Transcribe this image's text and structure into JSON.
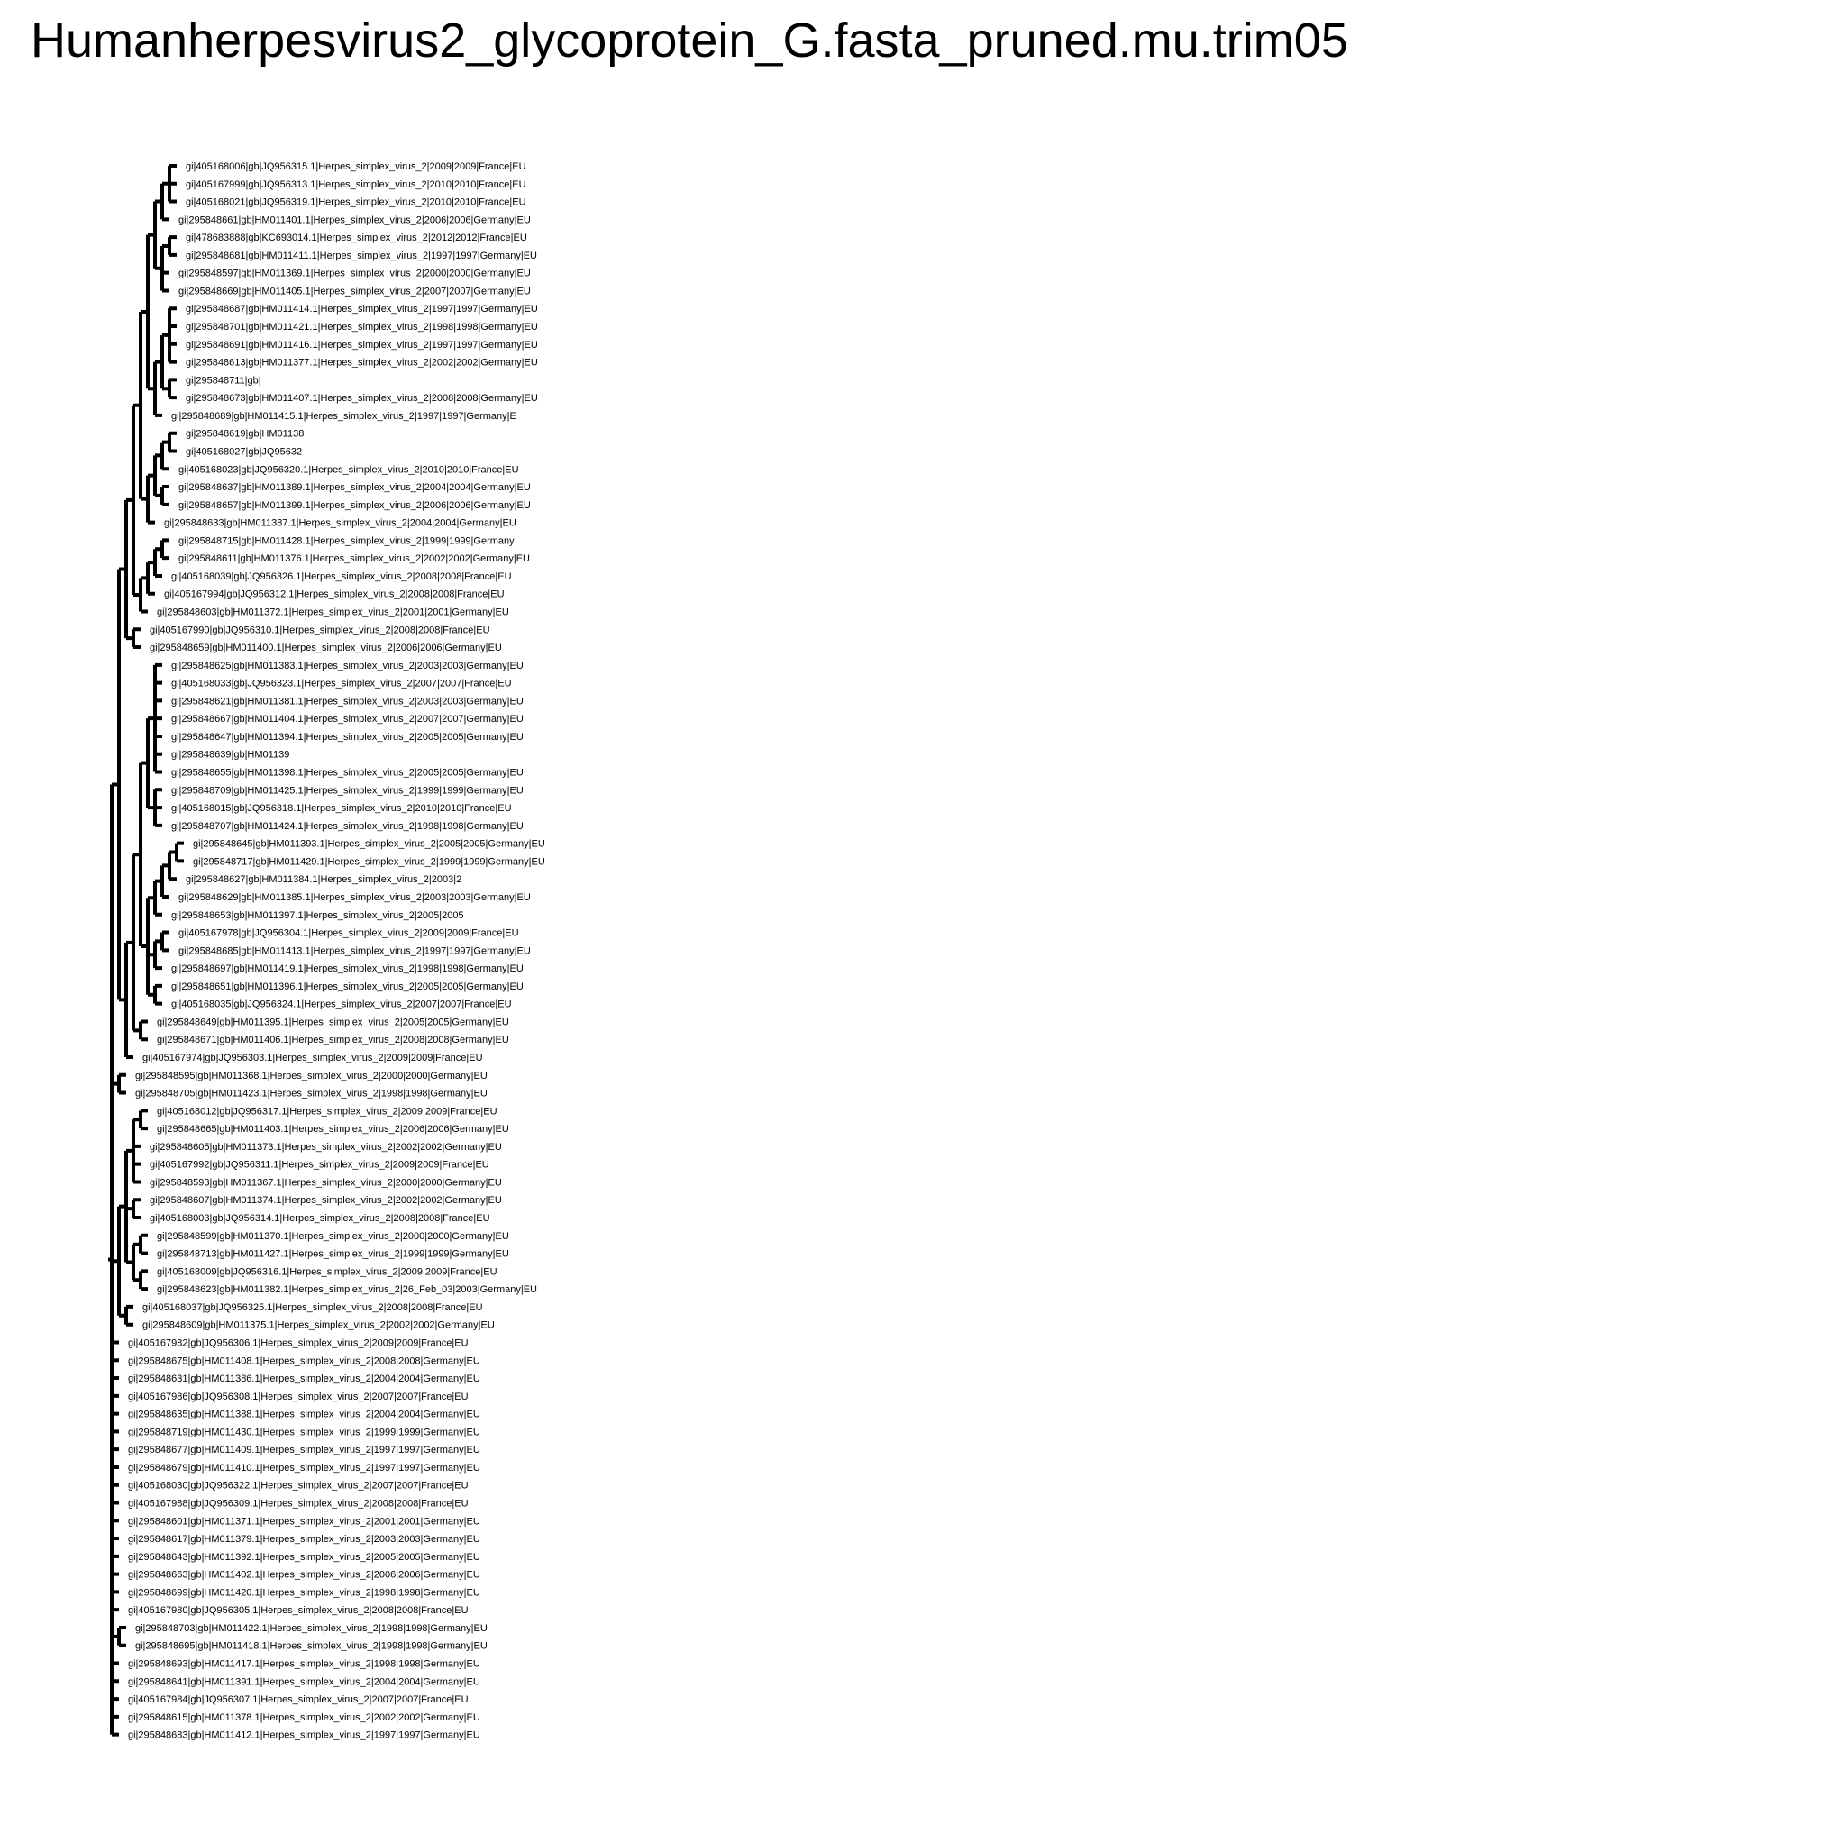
{
  "title": "Humanherpesvirus2_glycoprotein_G.fasta_pruned.mu.trim05",
  "tree": {
    "c": [
      {
        "c": [
          {
            "c": [
              {
                "c": [
                  {
                    "c": [
                      {
                        "c": [
                          {
                            "c": [
                              {
                                "c": [
                                  {
                                    "c": [
                                      {
                                        "n": "gi|405168006|gb|JQ956315.1|Herpes_simplex_virus_2|2009|2009|France|EU"
                                      },
                                      {
                                        "n": "gi|405167999|gb|JQ956313.1|Herpes_simplex_virus_2|2010|2010|France|EU"
                                      },
                                      {
                                        "n": "gi|405168021|gb|JQ956319.1|Herpes_simplex_virus_2|2010|2010|France|EU"
                                      }
                                    ]
                                  },
                                  {
                                    "n": "gi|295848661|gb|HM011401.1|Herpes_simplex_virus_2|2006|2006|Germany|EU"
                                  }
                                ]
                              },
                              {
                                "c": [
                                  {
                                    "c": [
                                      {
                                        "n": "gi|478683888|gb|KC693014.1|Herpes_simplex_virus_2|2012|2012|France|EU"
                                      },
                                      {
                                        "n": "gi|295848681|gb|HM011411.1|Herpes_simplex_virus_2|1997|1997|Germany|EU"
                                      }
                                    ]
                                  },
                                  {
                                    "n": "gi|295848597|gb|HM011369.1|Herpes_simplex_virus_2|2000|2000|Germany|EU"
                                  },
                                  {
                                    "n": "gi|295848669|gb|HM011405.1|Herpes_simplex_virus_2|2007|2007|Germany|EU"
                                  }
                                ]
                              }
                            ]
                          },
                          {
                            "c": [
                              {
                                "c": [
                                  {
                                    "c": [
                                      {
                                        "n": "gi|295848687|gb|HM011414.1|Herpes_simplex_virus_2|1997|1997|Germany|EU"
                                      },
                                      {
                                        "n": "gi|295848701|gb|HM011421.1|Herpes_simplex_virus_2|1998|1998|Germany|EU"
                                      },
                                      {
                                        "n": "gi|295848691|gb|HM011416.1|Herpes_simplex_virus_2|1997|1997|Germany|EU"
                                      },
                                      {
                                        "n": "gi|295848613|gb|HM011377.1|Herpes_simplex_virus_2|2002|2002|Germany|EU"
                                      }
                                    ]
                                  },
                                  {
                                    "c": [
                                      {
                                        "n": "gi|295848711|gb|"
                                      },
                                      {
                                        "n": "gi|295848673|gb|HM011407.1|Herpes_simplex_virus_2|2008|2008|Germany|EU"
                                      }
                                    ]
                                  }
                                ]
                              },
                              {
                                "n": "gi|295848689|gb|HM011415.1|Herpes_simplex_virus_2|1997|1997|Germany|E"
                              }
                            ]
                          }
                        ]
                      },
                      {
                        "c": [
                          {
                            "c": [
                              {
                                "c": [
                                  {
                                    "c": [
                                      {
                                        "n": "gi|295848619|gb|HM01138"
                                      },
                                      {
                                        "n": "gi|405168027|gb|JQ95632"
                                      }
                                    ]
                                  },
                                  {
                                    "n": "gi|405168023|gb|JQ956320.1|Herpes_simplex_virus_2|2010|2010|France|EU"
                                  }
                                ]
                              },
                              {
                                "c": [
                                  {
                                    "n": "gi|295848637|gb|HM011389.1|Herpes_simplex_virus_2|2004|2004|Germany|EU"
                                  },
                                  {
                                    "n": "gi|295848657|gb|HM011399.1|Herpes_simplex_virus_2|2006|2006|Germany|EU"
                                  }
                                ]
                              }
                            ]
                          },
                          {
                            "n": "gi|295848633|gb|HM011387.1|Herpes_simplex_virus_2|2004|2004|Germany|EU"
                          }
                        ]
                      }
                    ]
                  },
                  {
                    "c": [
                      {
                        "c": [
                          {
                            "c": [
                              {
                                "c": [
                                  {
                                    "n": "gi|295848715|gb|HM011428.1|Herpes_simplex_virus_2|1999|1999|Germany"
                                  },
                                  {
                                    "n": "gi|295848611|gb|HM011376.1|Herpes_simplex_virus_2|2002|2002|Germany|EU"
                                  }
                                ]
                              },
                              {
                                "n": "gi|405168039|gb|JQ956326.1|Herpes_simplex_virus_2|2008|2008|France|EU"
                              }
                            ]
                          },
                          {
                            "n": "gi|405167994|gb|JQ956312.1|Herpes_simplex_virus_2|2008|2008|France|EU"
                          }
                        ]
                      },
                      {
                        "n": "gi|295848603|gb|HM011372.1|Herpes_simplex_virus_2|2001|2001|Germany|EU"
                      }
                    ]
                  }
                ]
              },
              {
                "c": [
                  {
                    "n": "gi|405167990|gb|JQ956310.1|Herpes_simplex_virus_2|2008|2008|France|EU"
                  },
                  {
                    "n": "gi|295848659|gb|HM011400.1|Herpes_simplex_virus_2|2006|2006|Germany|EU"
                  }
                ]
              }
            ]
          },
          {
            "c": [
              {
                "c": [
                  {
                    "c": [
                      {
                        "c": [
                          {
                            "c": [
                              {
                                "n": "gi|295848625|gb|HM011383.1|Herpes_simplex_virus_2|2003|2003|Germany|EU"
                              },
                              {
                                "n": "gi|405168033|gb|JQ956323.1|Herpes_simplex_virus_2|2007|2007|France|EU"
                              },
                              {
                                "n": "gi|295848621|gb|HM011381.1|Herpes_simplex_virus_2|2003|2003|Germany|EU"
                              },
                              {
                                "n": "gi|295848667|gb|HM011404.1|Herpes_simplex_virus_2|2007|2007|Germany|EU"
                              },
                              {
                                "n": "gi|295848647|gb|HM011394.1|Herpes_simplex_virus_2|2005|2005|Germany|EU"
                              },
                              {
                                "n": "gi|295848639|gb|HM01139"
                              },
                              {
                                "n": "gi|295848655|gb|HM011398.1|Herpes_simplex_virus_2|2005|2005|Germany|EU"
                              }
                            ]
                          },
                          {
                            "c": [
                              {
                                "n": "gi|295848709|gb|HM011425.1|Herpes_simplex_virus_2|1999|1999|Germany|EU"
                              },
                              {
                                "n": "gi|405168015|gb|JQ956318.1|Herpes_simplex_virus_2|2010|2010|France|EU"
                              },
                              {
                                "n": "gi|295848707|gb|HM011424.1|Herpes_simplex_virus_2|1998|1998|Germany|EU"
                              }
                            ]
                          }
                        ]
                      },
                      {
                        "c": [
                          {
                            "c": [
                              {
                                "c": [
                                  {
                                    "c": [
                                      {
                                        "c": [
                                          {
                                            "n": "gi|295848645|gb|HM011393.1|Herpes_simplex_virus_2|2005|2005|Germany|EU"
                                          },
                                          {
                                            "n": "gi|295848717|gb|HM011429.1|Herpes_simplex_virus_2|1999|1999|Germany|EU"
                                          }
                                        ]
                                      },
                                      {
                                        "n": "gi|295848627|gb|HM011384.1|Herpes_simplex_virus_2|2003|2"
                                      }
                                    ]
                                  },
                                  {
                                    "n": "gi|295848629|gb|HM011385.1|Herpes_simplex_virus_2|2003|2003|Germany|EU"
                                  }
                                ]
                              },
                              {
                                "n": "gi|295848653|gb|HM011397.1|Herpes_simplex_virus_2|2005|2005"
                              }
                            ]
                          },
                          {
                            "c": [
                              {
                                "c": [
                                  {
                                    "n": "gi|405167978|gb|JQ956304.1|Herpes_simplex_virus_2|2009|2009|France|EU"
                                  },
                                  {
                                    "n": "gi|295848685|gb|HM011413.1|Herpes_simplex_virus_2|1997|1997|Germany|EU"
                                  }
                                ]
                              },
                              {
                                "n": "gi|295848697|gb|HM011419.1|Herpes_simplex_virus_2|1998|1998|Germany|EU"
                              }
                            ]
                          },
                          {
                            "c": [
                              {
                                "n": "gi|295848651|gb|HM011396.1|Herpes_simplex_virus_2|2005|2005|Germany|EU"
                              },
                              {
                                "n": "gi|405168035|gb|JQ956324.1|Herpes_simplex_virus_2|2007|2007|France|EU"
                              }
                            ]
                          }
                        ]
                      }
                    ]
                  },
                  {
                    "c": [
                      {
                        "n": "gi|295848649|gb|HM011395.1|Herpes_simplex_virus_2|2005|2005|Germany|EU"
                      },
                      {
                        "n": "gi|295848671|gb|HM011406.1|Herpes_simplex_virus_2|2008|2008|Germany|EU"
                      }
                    ]
                  }
                ]
              },
              {
                "n": "gi|405167974|gb|JQ956303.1|Herpes_simplex_virus_2|2009|2009|France|EU"
              }
            ]
          }
        ]
      },
      {
        "c": [
          {
            "n": "gi|295848595|gb|HM011368.1|Herpes_simplex_virus_2|2000|2000|Germany|EU"
          },
          {
            "n": "gi|295848705|gb|HM011423.1|Herpes_simplex_virus_2|1998|1998|Germany|EU"
          }
        ]
      },
      {
        "c": [
          {
            "c": [
              {
                "c": [
                  {
                    "c": [
                      {
                        "n": "gi|405168012|gb|JQ956317.1|Herpes_simplex_virus_2|2009|2009|France|EU"
                      },
                      {
                        "n": "gi|295848665|gb|HM011403.1|Herpes_simplex_virus_2|2006|2006|Germany|EU"
                      }
                    ]
                  },
                  {
                    "n": "gi|295848605|gb|HM011373.1|Herpes_simplex_virus_2|2002|2002|Germany|EU"
                  },
                  {
                    "n": "gi|405167992|gb|JQ956311.1|Herpes_simplex_virus_2|2009|2009|France|EU"
                  },
                  {
                    "n": "gi|295848593|gb|HM011367.1|Herpes_simplex_virus_2|2000|2000|Germany|EU"
                  }
                ]
              },
              {
                "c": [
                  {
                    "n": "gi|295848607|gb|HM011374.1|Herpes_simplex_virus_2|2002|2002|Germany|EU"
                  },
                  {
                    "n": "gi|405168003|gb|JQ956314.1|Herpes_simplex_virus_2|2008|2008|France|EU"
                  }
                ]
              },
              {
                "c": [
                  {
                    "c": [
                      {
                        "n": "gi|295848599|gb|HM011370.1|Herpes_simplex_virus_2|2000|2000|Germany|EU"
                      },
                      {
                        "n": "gi|295848713|gb|HM011427.1|Herpes_simplex_virus_2|1999|1999|Germany|EU"
                      }
                    ]
                  },
                  {
                    "c": [
                      {
                        "n": "gi|405168009|gb|JQ956316.1|Herpes_simplex_virus_2|2009|2009|France|EU"
                      },
                      {
                        "n": "gi|295848623|gb|HM011382.1|Herpes_simplex_virus_2|26_Feb_03|2003|Germany|EU"
                      }
                    ]
                  }
                ]
              }
            ]
          },
          {
            "c": [
              {
                "n": "gi|405168037|gb|JQ956325.1|Herpes_simplex_virus_2|2008|2008|France|EU"
              },
              {
                "n": "gi|295848609|gb|HM011375.1|Herpes_simplex_virus_2|2002|2002|Germany|EU"
              }
            ]
          }
        ]
      },
      {
        "n": "gi|405167982|gb|JQ956306.1|Herpes_simplex_virus_2|2009|2009|France|EU"
      },
      {
        "n": "gi|295848675|gb|HM011408.1|Herpes_simplex_virus_2|2008|2008|Germany|EU"
      },
      {
        "n": "gi|295848631|gb|HM011386.1|Herpes_simplex_virus_2|2004|2004|Germany|EU"
      },
      {
        "n": "gi|405167986|gb|JQ956308.1|Herpes_simplex_virus_2|2007|2007|France|EU"
      },
      {
        "n": "gi|295848635|gb|HM011388.1|Herpes_simplex_virus_2|2004|2004|Germany|EU"
      },
      {
        "n": "gi|295848719|gb|HM011430.1|Herpes_simplex_virus_2|1999|1999|Germany|EU"
      },
      {
        "n": "gi|295848677|gb|HM011409.1|Herpes_simplex_virus_2|1997|1997|Germany|EU"
      },
      {
        "n": "gi|295848679|gb|HM011410.1|Herpes_simplex_virus_2|1997|1997|Germany|EU"
      },
      {
        "n": "gi|405168030|gb|JQ956322.1|Herpes_simplex_virus_2|2007|2007|France|EU"
      },
      {
        "n": "gi|405167988|gb|JQ956309.1|Herpes_simplex_virus_2|2008|2008|France|EU"
      },
      {
        "n": "gi|295848601|gb|HM011371.1|Herpes_simplex_virus_2|2001|2001|Germany|EU"
      },
      {
        "n": "gi|295848617|gb|HM011379.1|Herpes_simplex_virus_2|2003|2003|Germany|EU"
      },
      {
        "n": "gi|295848643|gb|HM011392.1|Herpes_simplex_virus_2|2005|2005|Germany|EU"
      },
      {
        "n": "gi|295848663|gb|HM011402.1|Herpes_simplex_virus_2|2006|2006|Germany|EU"
      },
      {
        "n": "gi|295848699|gb|HM011420.1|Herpes_simplex_virus_2|1998|1998|Germany|EU"
      },
      {
        "n": "gi|405167980|gb|JQ956305.1|Herpes_simplex_virus_2|2008|2008|France|EU"
      },
      {
        "c": [
          {
            "n": "gi|295848703|gb|HM011422.1|Herpes_simplex_virus_2|1998|1998|Germany|EU"
          },
          {
            "n": "gi|295848695|gb|HM011418.1|Herpes_simplex_virus_2|1998|1998|Germany|EU"
          }
        ]
      },
      {
        "n": "gi|295848693|gb|HM011417.1|Herpes_simplex_virus_2|1998|1998|Germany|EU"
      },
      {
        "n": "gi|295848641|gb|HM011391.1|Herpes_simplex_virus_2|2004|2004|Germany|EU"
      },
      {
        "n": "gi|405167984|gb|JQ956307.1|Herpes_simplex_virus_2|2007|2007|France|EU"
      },
      {
        "n": "gi|295848615|gb|HM011378.1|Herpes_simplex_virus_2|2002|2002|Germany|EU"
      },
      {
        "n": "gi|295848683|gb|HM011412.1|Herpes_simplex_virus_2|1997|1997|Germany|EU"
      }
    ]
  }
}
